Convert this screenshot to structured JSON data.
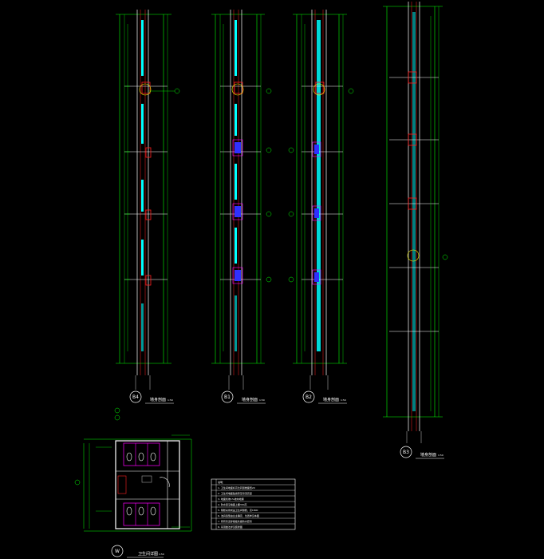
{
  "colors": {
    "background": "#000000",
    "green": "#00ff00",
    "white": "#ffffff",
    "cyan": "#00ffff",
    "red": "#ff2020",
    "magenta": "#ff00ff",
    "blue": "#3030ff",
    "yellow": "#ffff00",
    "gray": "#a0a0a0"
  },
  "sections": [
    {
      "id": "B4",
      "bubble": "B4",
      "title": "墙身剖面",
      "scale": "1:50"
    },
    {
      "id": "B1",
      "bubble": "B1",
      "title": "墙身剖面",
      "scale": "1:50"
    },
    {
      "id": "B2",
      "bubble": "B2",
      "title": "墙身剖面",
      "scale": "1:50"
    },
    {
      "id": "B3",
      "bubble": "B3",
      "title": "墙身剖面",
      "scale": "1:50"
    }
  ],
  "plan": {
    "bubble": "W",
    "title": "卫生间详图",
    "scale": "1:50"
  },
  "notes": [
    "说明：",
    "1. 卫生间地面标高比同层楼面低20",
    "2. 卫生间墙面贴瓷砖至吊顶高度",
    "3. 地面找坡1%坡向地漏",
    "4. 防水层沿墙面上翻300高",
    "5. 隔断采用成品卫生间隔断，高1800",
    "6. 洁具选型由业主确定，位置参见本图",
    "7. 所有管道穿楼板处做防水套管",
    "8. 吊顶做法详见装修图"
  ]
}
